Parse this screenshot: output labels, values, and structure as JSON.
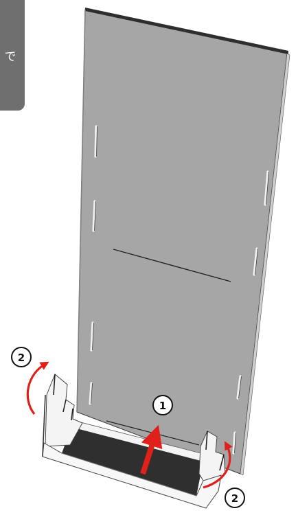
{
  "side_tab": {
    "text": "で"
  },
  "steps": {
    "step1": {
      "label": "1"
    },
    "step2_left": {
      "label": "2"
    },
    "step2_right": {
      "label": "2"
    }
  },
  "colors": {
    "panel": "#a6a6a6",
    "panel_edge": "#333333",
    "tray_floor": "#2f2f2f",
    "tray_white": "#f4f4f4",
    "arrow": "#e0201b",
    "tab_bg": "#6f6f6f"
  }
}
